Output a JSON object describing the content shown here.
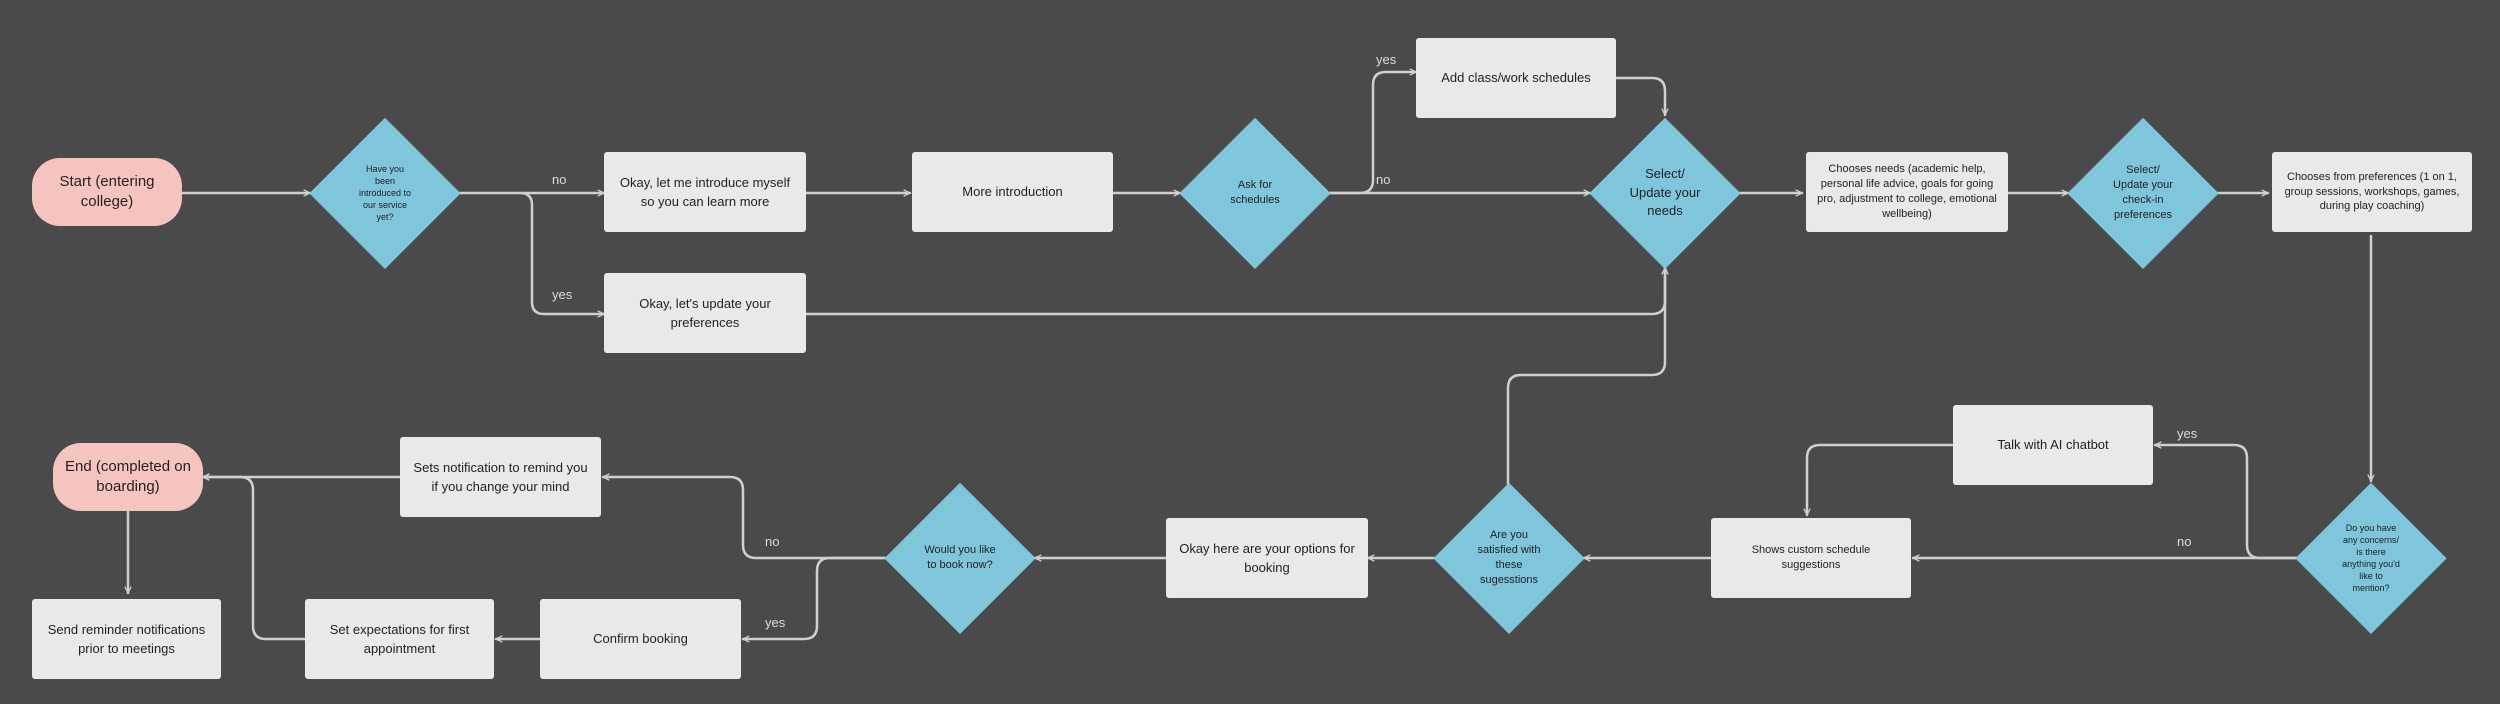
{
  "nodes": {
    "start": "Start (entering college)",
    "introduced_q": "Have you been introduced to our service yet?",
    "intro_self": "Okay, let me introduce myself so you can learn more",
    "more_intro": "More introduction",
    "ask_schedules": "Ask for schedules",
    "add_schedules": "Add class/work schedules",
    "update_prefs": "Okay, let's update your preferences",
    "select_needs": "Select/ Update your needs",
    "chooses_needs": "Chooses needs (academic help, personal life advice, goals for going pro, adjustment to college, emotional wellbeing)",
    "checkin_prefs": "Select/ Update your check-in preferences",
    "chooses_prefs": "Chooses from preferences (1 on 1, group sessions, workshops, games, during play coaching)",
    "concerns_q": "Do you have any concerns/ is there anything you'd like to mention?",
    "ai_chatbot": "Talk with AI chatbot",
    "custom_suggestions": "Shows custom schedule suggestions",
    "satisfied_q": "Are you satisfied with these sugesstions",
    "options_booking": "Okay here are your options for booking",
    "book_q": "Would you like to book now?",
    "set_notification": "Sets notification to remind you if you change your mind",
    "confirm_booking": "Confirm booking",
    "set_expectations": "Set expectations for first appointment",
    "end": "End (completed on boarding)",
    "send_reminder": "Send reminder notifications prior to meetings"
  },
  "edge_labels": {
    "no_intro": "no",
    "yes_intro": "yes",
    "yes_sched": "yes",
    "no_sched": "no",
    "yes_concern": "yes",
    "no_concern": "no",
    "no_book": "no",
    "yes_book": "yes"
  },
  "colors": {
    "background": "#4a4a4a",
    "box": "#e9e9e9",
    "terminal": "#f6c4c0",
    "decision": "#7fc6dc",
    "line": "#d0d0d0"
  }
}
